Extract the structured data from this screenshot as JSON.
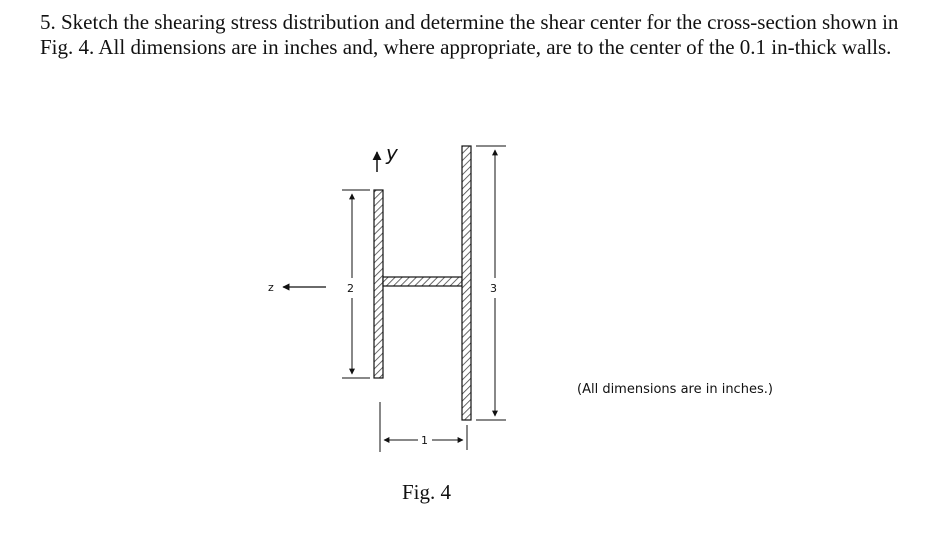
{
  "problem": {
    "text": "5. Sketch the shearing stress distribution and determine the shear center for the cross-section shown in Fig. 4.  All dimensions are in inches and, where appropriate, are to the center of the 0.1 in-thick walls."
  },
  "figure": {
    "y_axis_label": "y",
    "z_axis_label": "z",
    "dim_left": "2",
    "dim_right": "3",
    "dim_bottom": "1",
    "caption": "Fig. 4",
    "note": "(All dimensions are in inches.)"
  },
  "colors": {
    "ink": "#111111",
    "hatch": "#444444"
  }
}
